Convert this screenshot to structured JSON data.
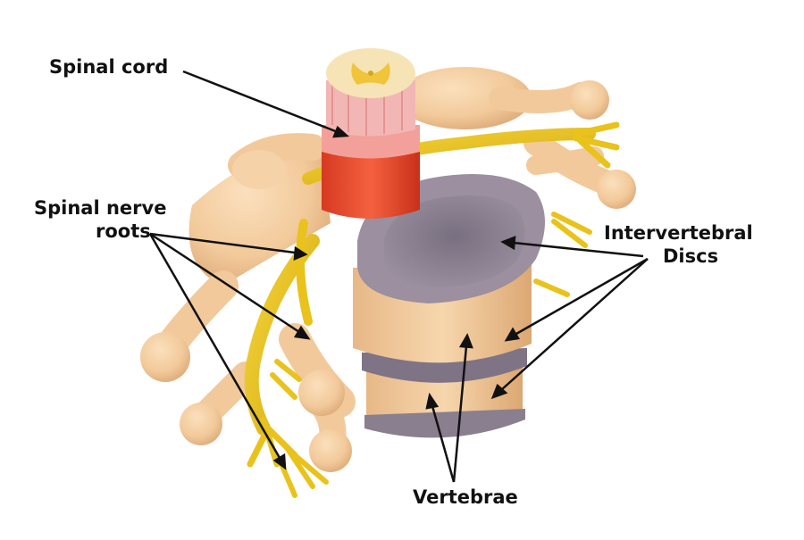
{
  "labels": {
    "spinal_cord": "Spinal cord",
    "nerve_roots_line1": "Spinal nerve",
    "nerve_roots_line2": "roots",
    "discs_line1": "Intervertebral",
    "discs_line2": "Discs",
    "vertebrae": "Vertebrae"
  },
  "colors": {
    "bone": "#f2c99a",
    "bone_shadow": "#d9a472",
    "disc": "#8a7f8e",
    "disc_inner": "#6f6775",
    "nerve": "#e9c21c",
    "cord_red": "#e8412a",
    "cord_pink": "#f2b7b5",
    "cord_core": "#f6d86a",
    "leader_line": "#111111"
  }
}
